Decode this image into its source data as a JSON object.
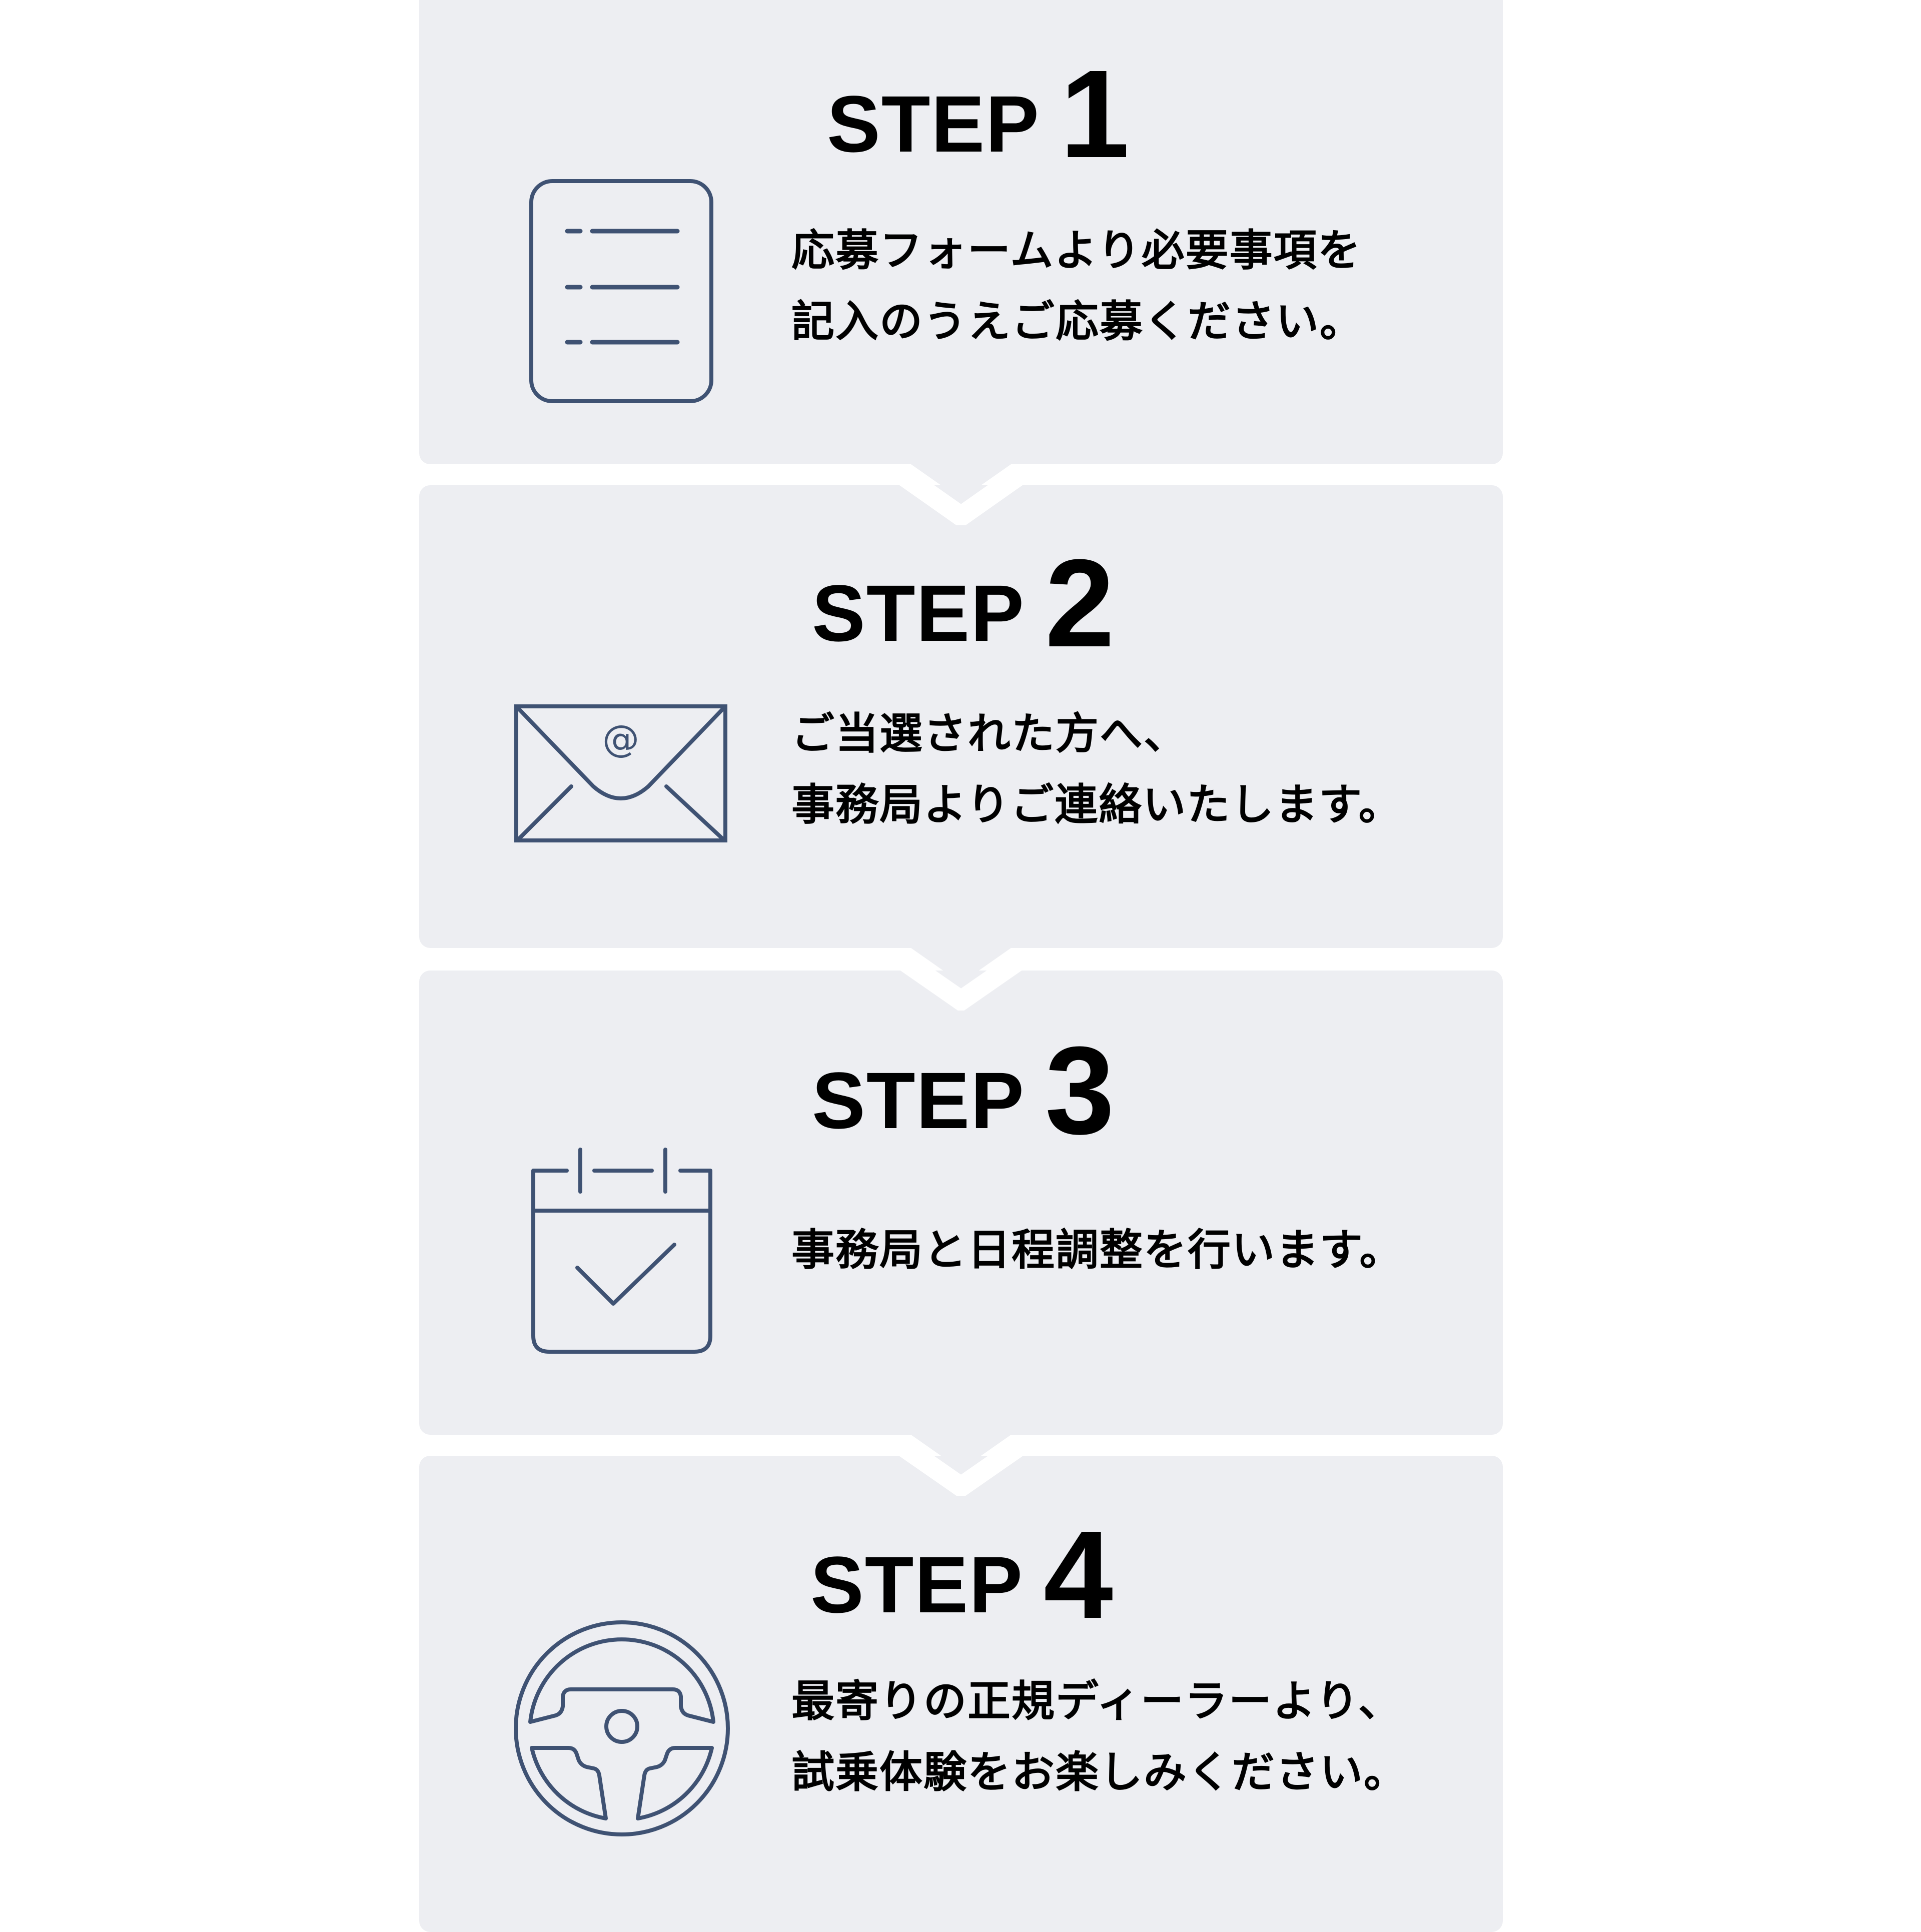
{
  "colors": {
    "card_background": "#edeef2",
    "page_background": "#ffffff",
    "icon_stroke": "#3f5273",
    "text": "#000000"
  },
  "steps": [
    {
      "label": "STEP",
      "number": "1",
      "icon": "application-form-icon",
      "lines": [
        "応募フォームより必要事項を",
        "記入のうえご応募ください。"
      ]
    },
    {
      "label": "STEP",
      "number": "2",
      "icon": "email-envelope-icon",
      "lines": [
        "ご当選された方へ、",
        "事務局よりご連絡いたします。"
      ]
    },
    {
      "label": "STEP",
      "number": "3",
      "icon": "calendar-check-icon",
      "lines": [
        "事務局と日程調整を行います。"
      ]
    },
    {
      "label": "STEP",
      "number": "4",
      "icon": "steering-wheel-icon",
      "lines": [
        "最寄りの正規ディーラーより、",
        "試乗体験をお楽しみください。"
      ]
    }
  ]
}
